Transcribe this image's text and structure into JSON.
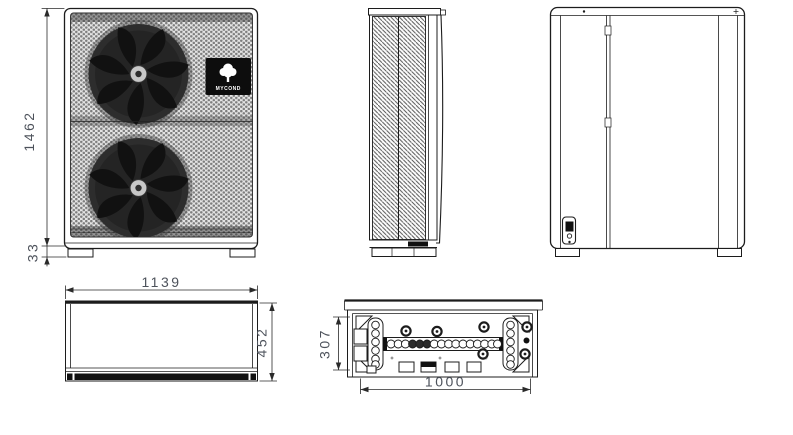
{
  "drawing": {
    "logo": {
      "text": "MYCOND",
      "icon": "tree-icon"
    },
    "dimensions": {
      "front": {
        "height": "1462",
        "base_height": "33"
      },
      "top": {
        "width": "1139",
        "depth": "452"
      },
      "bottom": {
        "hole_span_depth": "307",
        "hole_span_width": "1000"
      }
    },
    "colors": {
      "line": "#1c1c1c",
      "dim_text": "#4d525b",
      "fan": "#262626",
      "mesh_dot": "#7d7d7d",
      "badge": "#0d0d0d",
      "background": "#ffffff"
    }
  }
}
